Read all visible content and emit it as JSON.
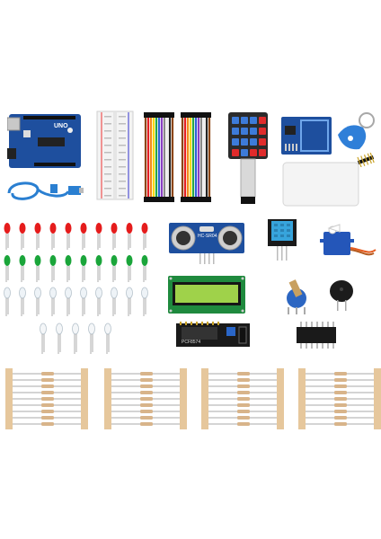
{
  "image": {
    "subject": "electronics starter kit product photo",
    "background": "#ffffff"
  },
  "arduino": {
    "label": "UNO"
  },
  "ultrasonic": {
    "label": "HC-SR04"
  },
  "i2c_module": {
    "label": "PCF8574"
  },
  "colors": {
    "pcb_blue": "#1e4f9e",
    "led_red": "#e51c1c",
    "led_green": "#1aa53a",
    "lcd_green": "#9fd24a",
    "usb_cable": "#2a7fd1"
  },
  "counts": {
    "red_leds": 10,
    "green_leds": 10,
    "clear_leds": 10,
    "white_leds": 5,
    "resistor_strips": 4,
    "jumper_bundles": 2
  }
}
